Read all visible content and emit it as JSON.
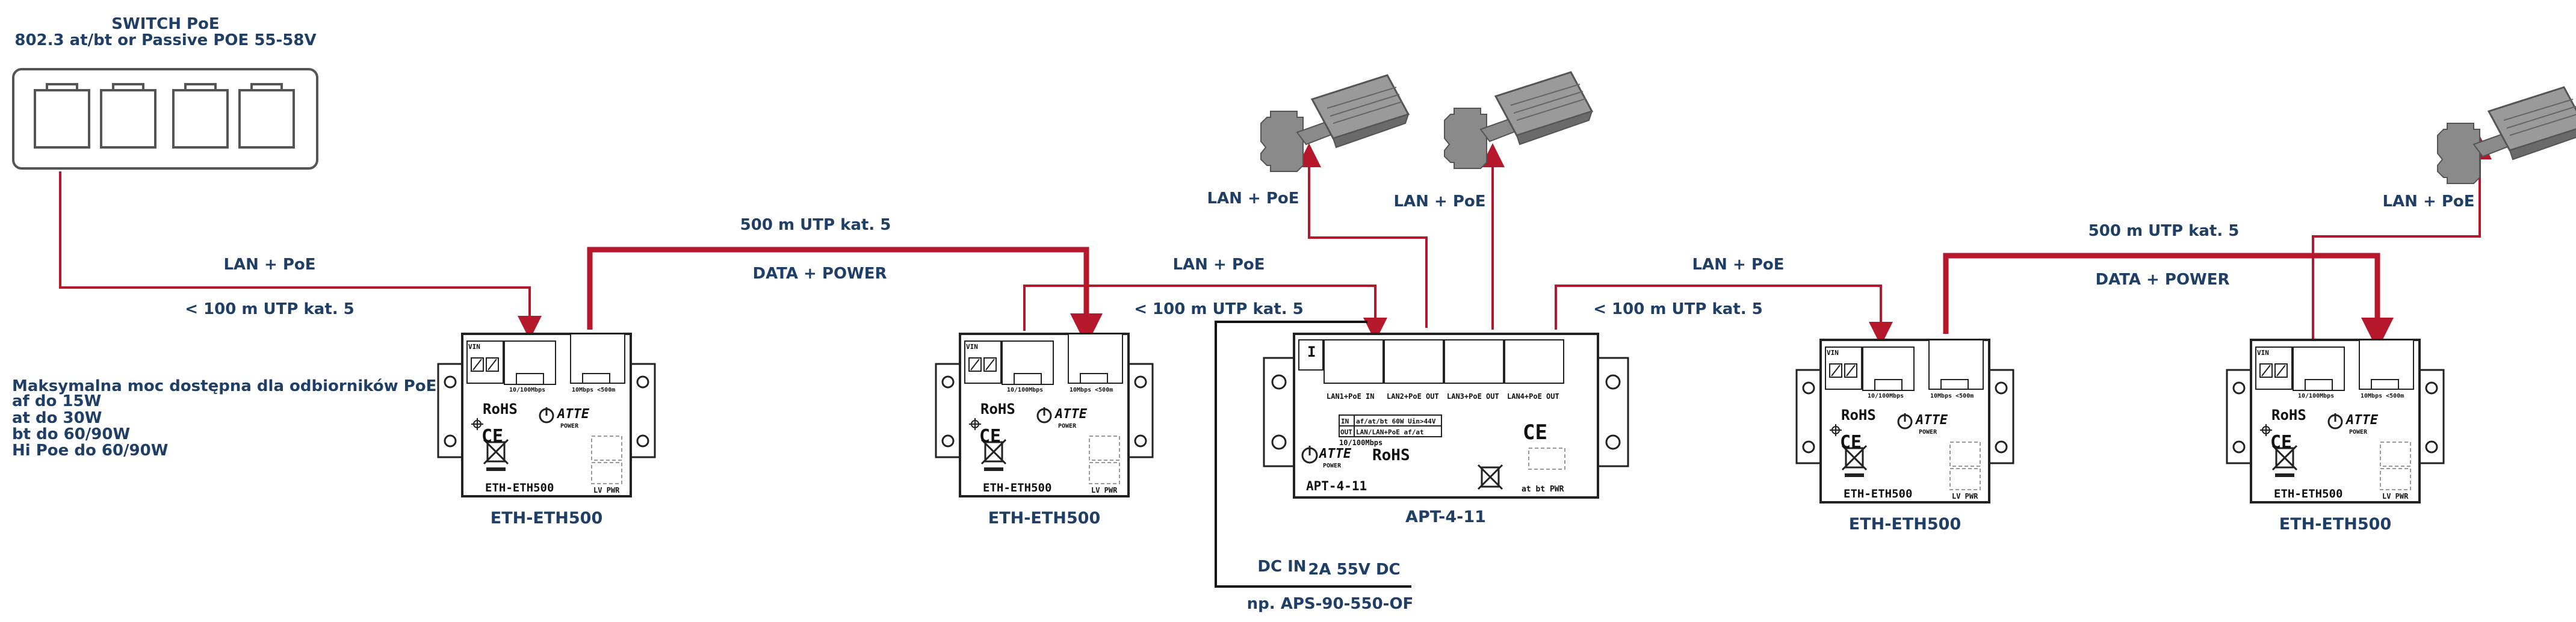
{
  "switch": {
    "title": "SWITCH PoE",
    "subtitle": "802.3 at/bt or Passive POE 55-58V"
  },
  "labels": {
    "lan_poe_1": "LAN + PoE",
    "utp_100_1": "< 100 m UTP kat. 5",
    "utp_500_1": "500 m UTP kat. 5",
    "data_power_1": "DATA + POWER",
    "lan_poe_2": "LAN + PoE",
    "utp_100_2": "< 100 m UTP kat. 5",
    "cam1_lan": "LAN + PoE",
    "cam2_lan": "LAN + PoE",
    "lan_poe_3": "LAN + PoE",
    "utp_100_3": "< 100 m UTP kat. 5",
    "utp_500_2": "500 m UTP kat. 5",
    "data_power_2": "DATA + POWER",
    "cam3_lan": "LAN + PoE",
    "dc_in": "DC IN",
    "dc_spec": "2A 55V DC",
    "psu": "np. APS-90-550-OF"
  },
  "power_info": [
    "Maksymalna moc dostępna dla odbiorników PoE",
    "af do 15W",
    "at do 30W",
    "bt do 60/90W",
    "Hi Poe do 60/90W"
  ],
  "eth_device": {
    "name": "ETH-ETH500",
    "model_mark": "ETH-ETH500",
    "rohs": "RoHS",
    "ce": "CE",
    "brand": "ATTE",
    "brand_sub": "POWER",
    "leds": "LV  PWR",
    "port1_text": "10/100Mbps",
    "port2_text": "10Mbps <500m",
    "vin": "VIN",
    "captions": [
      "ETH-ETH500",
      "ETH-ETH500",
      "ETH-ETH500",
      "ETH-ETH500"
    ]
  },
  "apt_device": {
    "name": "APT-4-11",
    "model_mark": "APT-4-11",
    "rohs": "RoHS",
    "ce": "CE",
    "brand": "ATTE",
    "brand_sub": "POWER",
    "port_labels": [
      "LAN1+PoE IN",
      "LAN2+PoE OUT",
      "LAN3+PoE OUT",
      "LAN4+PoE OUT"
    ],
    "table_in": "IN",
    "table_in_val": "af/at/bt 60W Uin>44V",
    "table_out": "OUT",
    "table_out_val": "LAN/LAN+PoE af/at",
    "speed": "10/100Mbps",
    "leds": "at  bt  PWR",
    "caption": "APT-4-11"
  },
  "colors": {
    "poe_line": "#b5182b",
    "text": "#1f3f66",
    "device_stroke": "#222222",
    "camera": "#8a8a8a"
  },
  "icons": [
    "switch-icon",
    "rj45-port-icon",
    "camera-icon",
    "recycle-bin-icon",
    "ce-mark-icon",
    "atte-logo-icon"
  ]
}
